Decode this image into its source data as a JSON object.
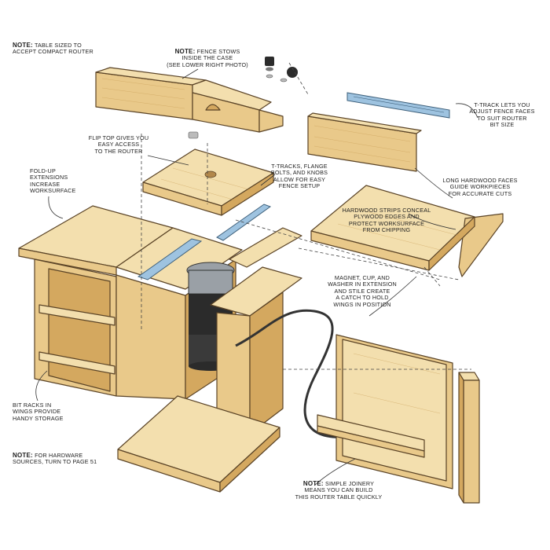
{
  "callouts": {
    "table_sized": {
      "prefix": "NOTE:",
      "text": "TABLE SIZED TO\nACCEPT COMPACT ROUTER"
    },
    "fence_stows": {
      "prefix": "NOTE:",
      "text": "FENCE STOWS\nINSIDE THE CASE\n(SEE LOWER RIGHT PHOTO)"
    },
    "t_track_fence": {
      "text": "T-TRACK LETS YOU\nADJUST FENCE FACES\nTO SUIT ROUTER\nBIT SIZE"
    },
    "flip_top": {
      "text": "FLIP TOP GIVES YOU\nEASY ACCESS\nTO THE ROUTER"
    },
    "fold_up": {
      "text": "FOLD-UP\nEXTENSIONS\nINCREASE\nWORKSURFACE"
    },
    "t_tracks_flange": {
      "text": "T-TRACKS, FLANGE\nBOLTS, AND KNOBS\nALLOW FOR EASY\nFENCE SETUP"
    },
    "long_faces": {
      "text": "LONG HARDWOOD FACES\nGUIDE WORKPIECES\nFOR ACCURATE CUTS"
    },
    "hardwood_strips": {
      "text": "HARDWOOD STRIPS CONCEAL\nPLYWOOD EDGES AND\nPROTECT WORKSURFACE\nFROM CHIPPING"
    },
    "magnet": {
      "text": "MAGNET, CUP, AND\nWASHER IN EXTENSION\nAND STILE CREATE\nA CATCH TO HOLD\nWINGS IN POSITION"
    },
    "bit_racks": {
      "text": "BIT RACKS IN\nWINGS PROVIDE\nHANDY STORAGE"
    },
    "hardware": {
      "prefix": "NOTE:",
      "text": "FOR HARDWARE\nSOURCES, TURN TO PAGE 51"
    },
    "simple_joinery": {
      "prefix": "NOTE:",
      "text": "SIMPLE JOINERY\nMEANS YOU CAN BUILD\nTHIS ROUTER TABLE QUICKLY"
    }
  },
  "colors": {
    "wood_light": "#f3dfae",
    "wood_mid": "#e9c98a",
    "wood_dark": "#d4a85f",
    "outline": "#5a4326",
    "track": "#9ec3e0",
    "router_dark": "#2b2b2b",
    "router_metal": "#9aa0a6",
    "cord": "#333333"
  }
}
